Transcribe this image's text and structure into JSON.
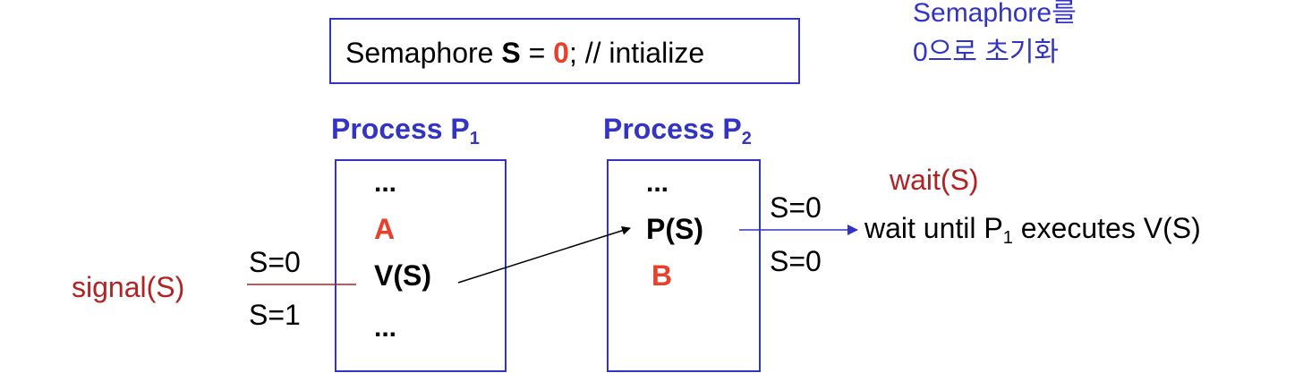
{
  "colors": {
    "blue_label": "#3333c4",
    "red_accent": "#e8402a",
    "dark_red": "#b22222",
    "box_border": "#3333c4"
  },
  "init_box": {
    "prefix": "Semaphore ",
    "var": "S",
    "eq": " = ",
    "value": "0",
    "suffix": ";  // intialize"
  },
  "note": {
    "line1": "Semaphore를",
    "line2": "0으로 초기화"
  },
  "process1": {
    "title": "Process P",
    "sub": "1",
    "lines": [
      "...",
      "A",
      "V(S)",
      "..."
    ]
  },
  "process2": {
    "title": "Process P",
    "sub": "2",
    "lines": [
      "...",
      "P(S)",
      "B"
    ]
  },
  "signal": {
    "label": "signal(S)",
    "before": "S=0",
    "after": "S=1"
  },
  "wait": {
    "label": "wait(S)",
    "before": "S=0",
    "after": "S=0",
    "message_pre": "wait until P",
    "message_sub": "1",
    "message_post": " executes V(S)"
  }
}
